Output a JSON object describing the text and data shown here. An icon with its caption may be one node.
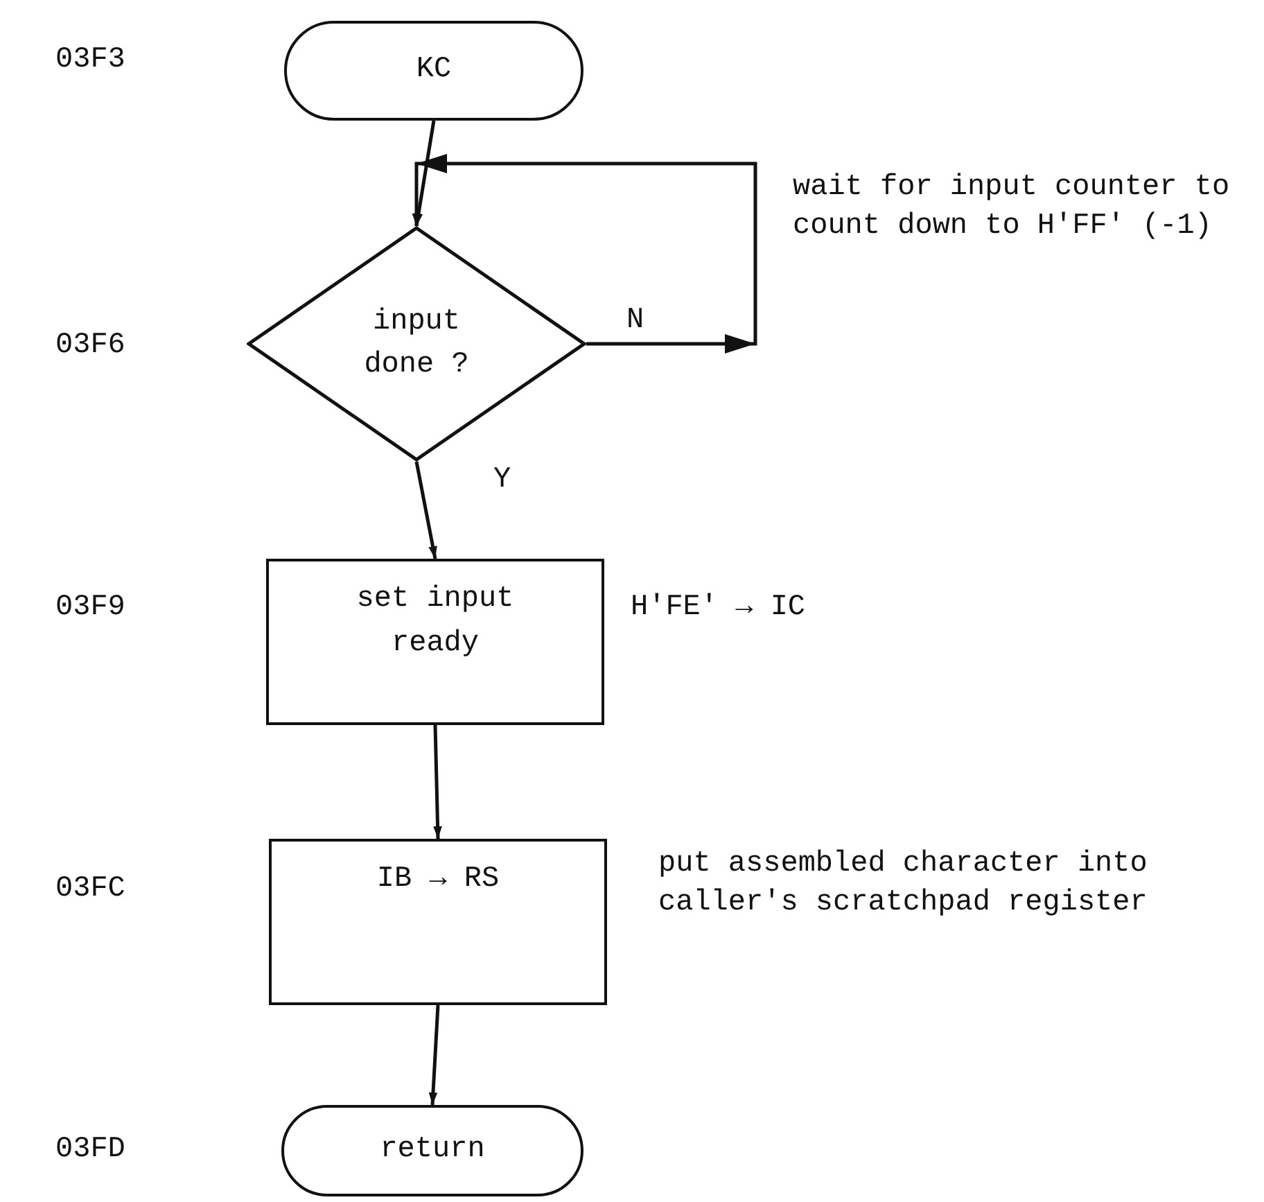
{
  "diagram": {
    "nodes": [
      {
        "text": [
          "KC"
        ]
      },
      {
        "text": [
          "input done ?"
        ]
      },
      {
        "text": [
          "set input ready"
        ],
        "beside": [
          "H'FE' → IC"
        ]
      },
      {
        "text": [
          "IB → RS"
        ],
        "beside": [
          "put assembled character into caller's scratchpad register"
        ]
      },
      {
        "text": [
          "return"
        ]
      }
    ],
    "edges": [
      {
        "from": 0,
        "to": 1,
        "arrow": "to"
      },
      {
        "from": 1,
        "to": 1,
        "arrow": "to",
        "label": "N"
      },
      {
        "from": 1,
        "to": 2,
        "arrow": "to",
        "label": "Y"
      },
      {
        "from": 2,
        "to": 3,
        "arrow": "to"
      },
      {
        "from": 3,
        "to": 4,
        "arrow": "to"
      }
    ],
    "labels": [
      "03F3",
      "wait for input counter to count down to H'FF' (-1)",
      "03F6",
      "03F9",
      "03FC",
      "03FD"
    ]
  }
}
